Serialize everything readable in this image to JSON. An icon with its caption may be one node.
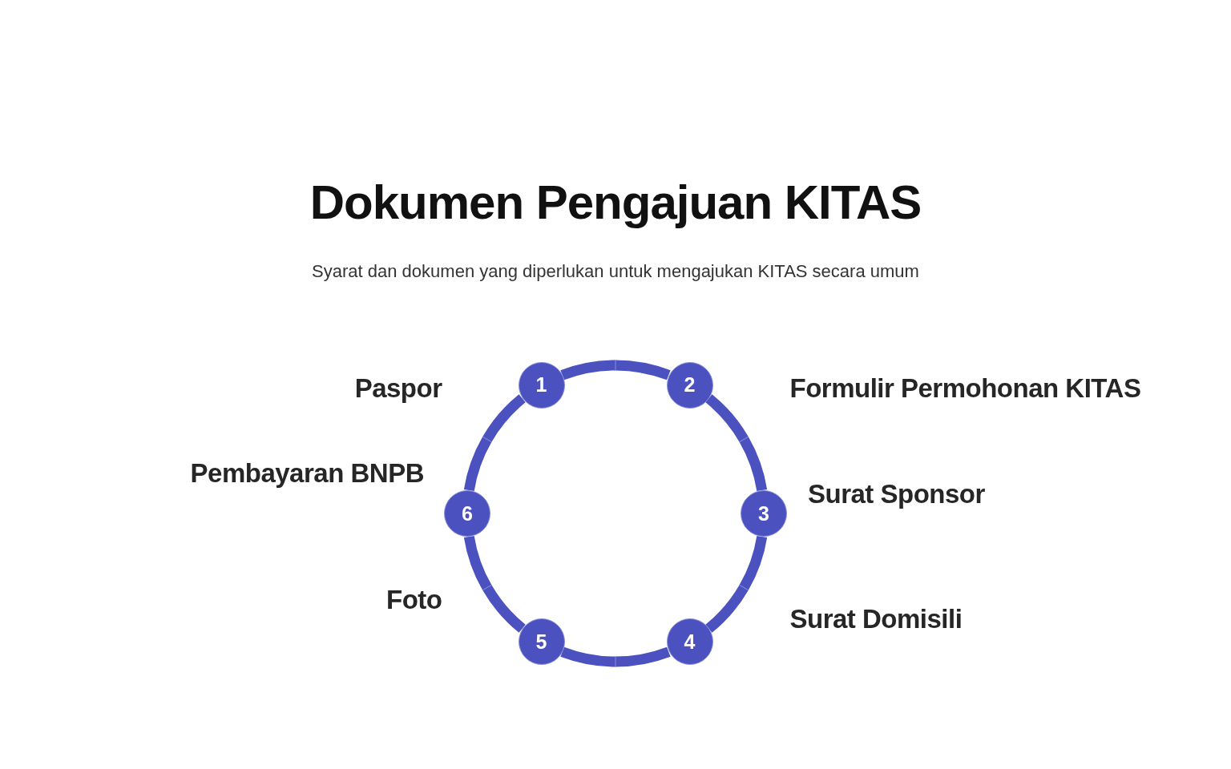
{
  "diagram": {
    "title": "Dokumen Pengajuan KITAS",
    "nodes": [
      {
        "text": [
          "1"
        ],
        "beside": [
          "Paspor"
        ]
      },
      {
        "text": [
          "2"
        ],
        "beside": [
          "Formulir Permohonan KITAS"
        ]
      },
      {
        "text": [
          "3"
        ],
        "beside": [
          "Surat Sponsor"
        ]
      },
      {
        "text": [
          "4"
        ],
        "beside": [
          "Surat Domisili"
        ]
      },
      {
        "text": [
          "5"
        ],
        "beside": [
          "Foto"
        ]
      },
      {
        "text": [
          "6"
        ],
        "beside": [
          "Pembayaran BNPB"
        ]
      }
    ],
    "edges": [
      {
        "from": 0,
        "to": 1,
        "arrow": "none"
      },
      {
        "from": 1,
        "to": 2,
        "arrow": "none"
      },
      {
        "from": 2,
        "to": 3,
        "arrow": "none"
      },
      {
        "from": 3,
        "to": 4,
        "arrow": "none"
      },
      {
        "from": 4,
        "to": 5,
        "arrow": "none"
      },
      {
        "from": 5,
        "to": 0,
        "arrow": "none"
      }
    ],
    "labels": [
      "Syarat dan dokumen yang diperlukan untuk mengajukan KITAS secara umum"
    ]
  }
}
